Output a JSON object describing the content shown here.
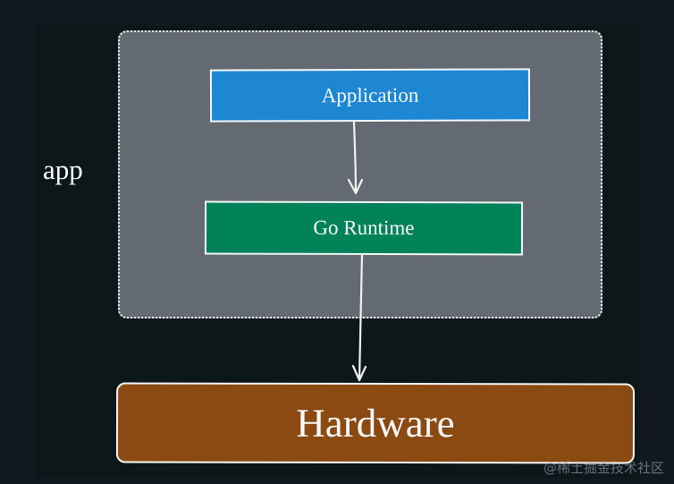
{
  "diagram": {
    "group_label": "app",
    "nodes": {
      "application": "Application",
      "go_runtime": "Go Runtime",
      "hardware": "Hardware"
    },
    "watermark": "@稀土掘金技术社区"
  },
  "colors": {
    "page_background": "#111821",
    "diagram_background": "#0b1719",
    "app_group": "#646a72",
    "application_node": "#1d87d4",
    "go_runtime_node": "#008259",
    "hardware_node": "#8b4a12",
    "stroke": "#f2f2f2"
  }
}
